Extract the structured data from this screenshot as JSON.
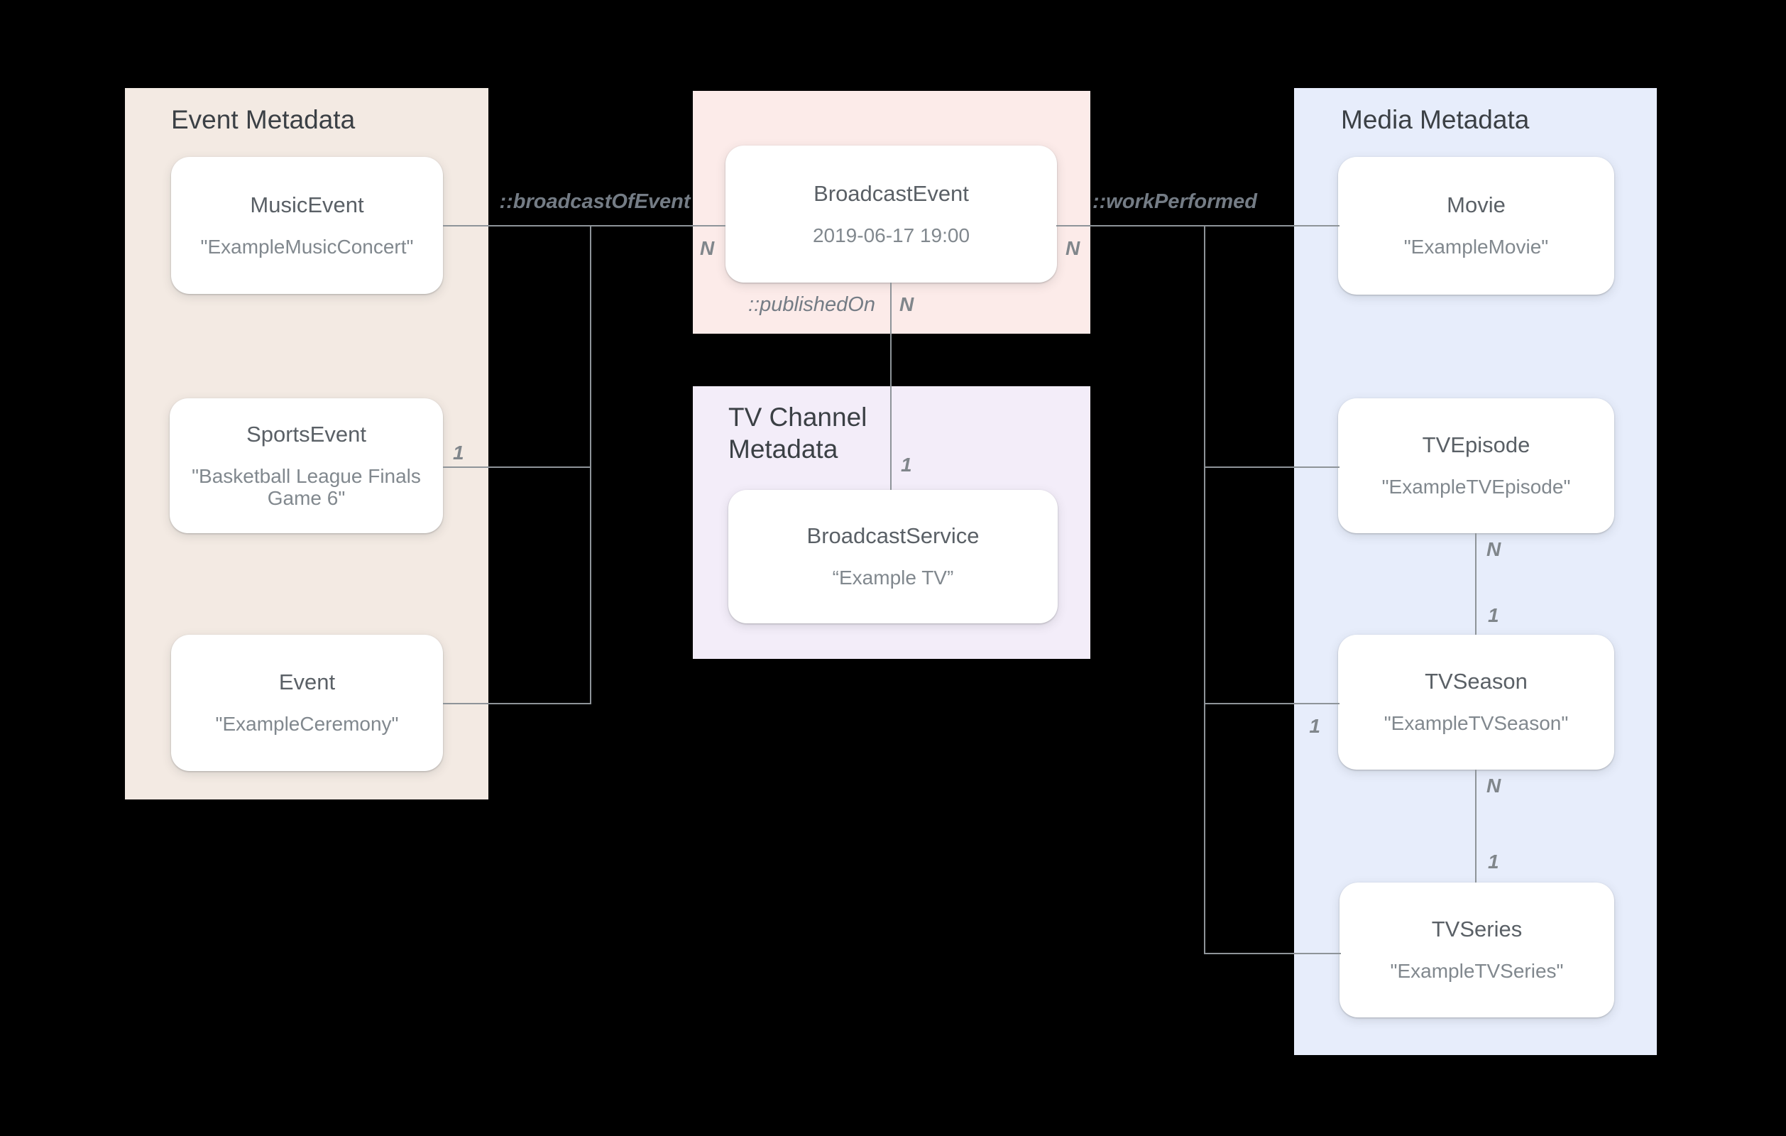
{
  "panels": {
    "event_metadata": {
      "title": "Event Metadata"
    },
    "tv_channel_metadata": {
      "title": "TV Channel Metadata"
    },
    "media_metadata": {
      "title": "Media Metadata"
    }
  },
  "cards": {
    "music_event": {
      "title": "MusicEvent",
      "value": "\"ExampleMusicConcert\""
    },
    "sports_event": {
      "title": "SportsEvent",
      "value": "\"Basketball League Finals Game 6\""
    },
    "event": {
      "title": "Event",
      "value": "\"ExampleCeremony\""
    },
    "broadcast_event": {
      "title": "BroadcastEvent",
      "value": "2019-06-17 19:00"
    },
    "broadcast_service": {
      "title": "BroadcastService",
      "value": "“Example TV”"
    },
    "movie": {
      "title": "Movie",
      "value": "\"ExampleMovie\""
    },
    "tv_episode": {
      "title": "TVEpisode",
      "value": "\"ExampleTVEpisode\""
    },
    "tv_season": {
      "title": "TVSeason",
      "value": "\"ExampleTVSeason\""
    },
    "tv_series": {
      "title": "TVSeries",
      "value": "\"ExampleTVSeries\""
    }
  },
  "relations": {
    "broadcast_of_event": "::broadcastOfEvent",
    "work_performed": "::workPerformed",
    "published_on": "::publishedOn"
  },
  "multiplicities": {
    "broadcast_event_left_n": "N",
    "broadcast_event_right_n": "N",
    "published_on_n": "N",
    "broadcast_service_one": "1",
    "sports_event_one": "1",
    "tv_season_one": "1",
    "episode_season_n": "N",
    "episode_season_one": "1",
    "season_series_n": "N",
    "season_series_one": "1"
  },
  "colors": {
    "canvas-bg": "#000000",
    "event-panel-bg": "#f3eae3",
    "broadcast-panel-bg": "#fcebe9",
    "tv-channel-panel-bg": "#f3edf9",
    "media-panel-bg": "#e7edfb",
    "card-bg": "#ffffff",
    "panel-title": "#3b4045",
    "card-title": "#5a6066",
    "card-value": "#81888e",
    "connector": "#8e9499",
    "relation-label": "#747c85",
    "multiplicity": "#80868b"
  }
}
